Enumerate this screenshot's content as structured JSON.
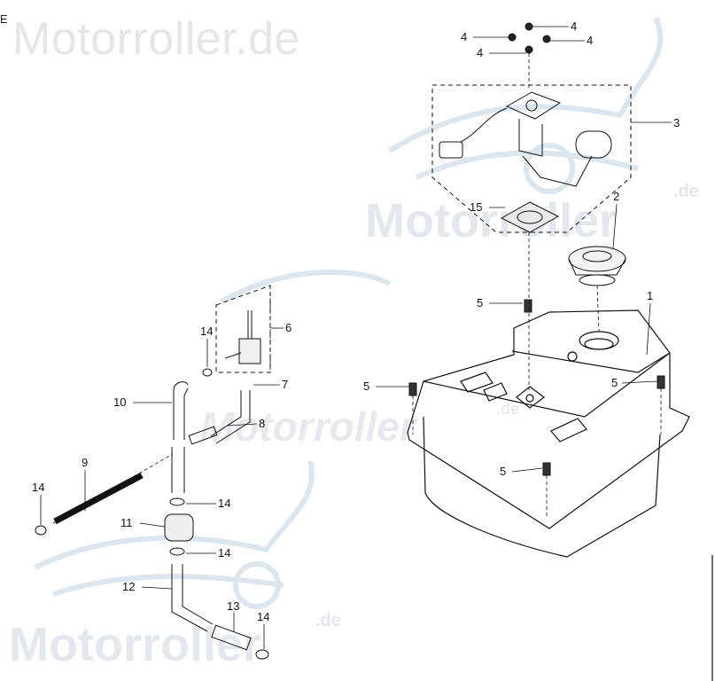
{
  "watermark": {
    "top": "Motorroller.de",
    "middle": "Motorroller",
    "middle_sup": ".de",
    "lower": "Motorroller",
    "lower_sup": ".de",
    "bottom": "Motorroller",
    "bottom_sup": ".de"
  },
  "corner_mark": "E",
  "callouts": {
    "c1": "1",
    "c2": "2",
    "c3": "3",
    "c4a": "4",
    "c4b": "4",
    "c4c": "4",
    "c4d": "4",
    "c5a": "5",
    "c5b": "5",
    "c5c": "5",
    "c5d": "5",
    "c6": "6",
    "c7": "7",
    "c8": "8",
    "c9": "9",
    "c10": "10",
    "c11": "11",
    "c12": "12",
    "c13": "13",
    "c14a": "14",
    "c14b": "14",
    "c14c": "14",
    "c14d": "14",
    "c14e": "14",
    "c15": "15"
  }
}
